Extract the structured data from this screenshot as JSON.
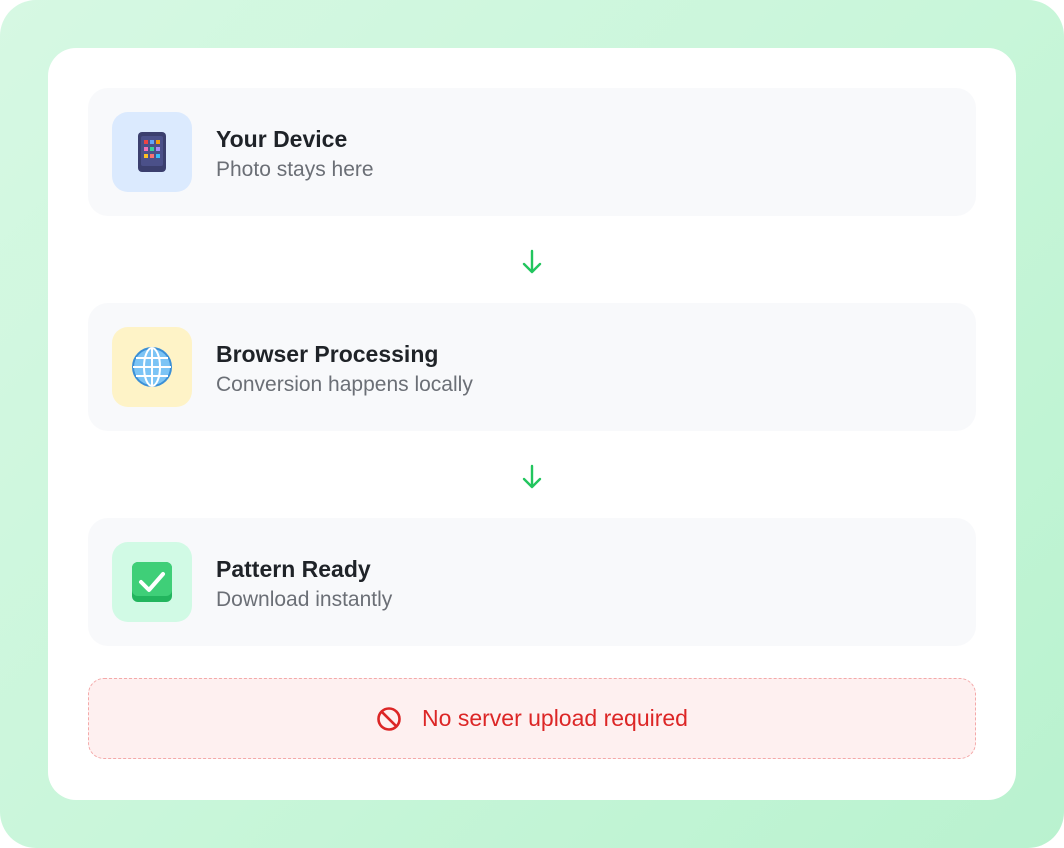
{
  "steps": [
    {
      "title": "Your Device",
      "subtitle": "Photo stays here",
      "icon": "mobile-device-icon",
      "icon_bg": "#dbeafe"
    },
    {
      "title": "Browser Processing",
      "subtitle": "Conversion happens locally",
      "icon": "globe-icon",
      "icon_bg": "#fef3c7"
    },
    {
      "title": "Pattern Ready",
      "subtitle": "Download instantly",
      "icon": "check-mark-icon",
      "icon_bg": "#d1fae5"
    }
  ],
  "connector_icon": "arrow-down-icon",
  "notice": {
    "text": "No server upload required",
    "icon": "prohibited-icon"
  },
  "colors": {
    "accent_green": "#22c55e",
    "notice_red": "#dc2626",
    "notice_bg": "#fef0f0",
    "frame_bg": "#c9f6da"
  }
}
